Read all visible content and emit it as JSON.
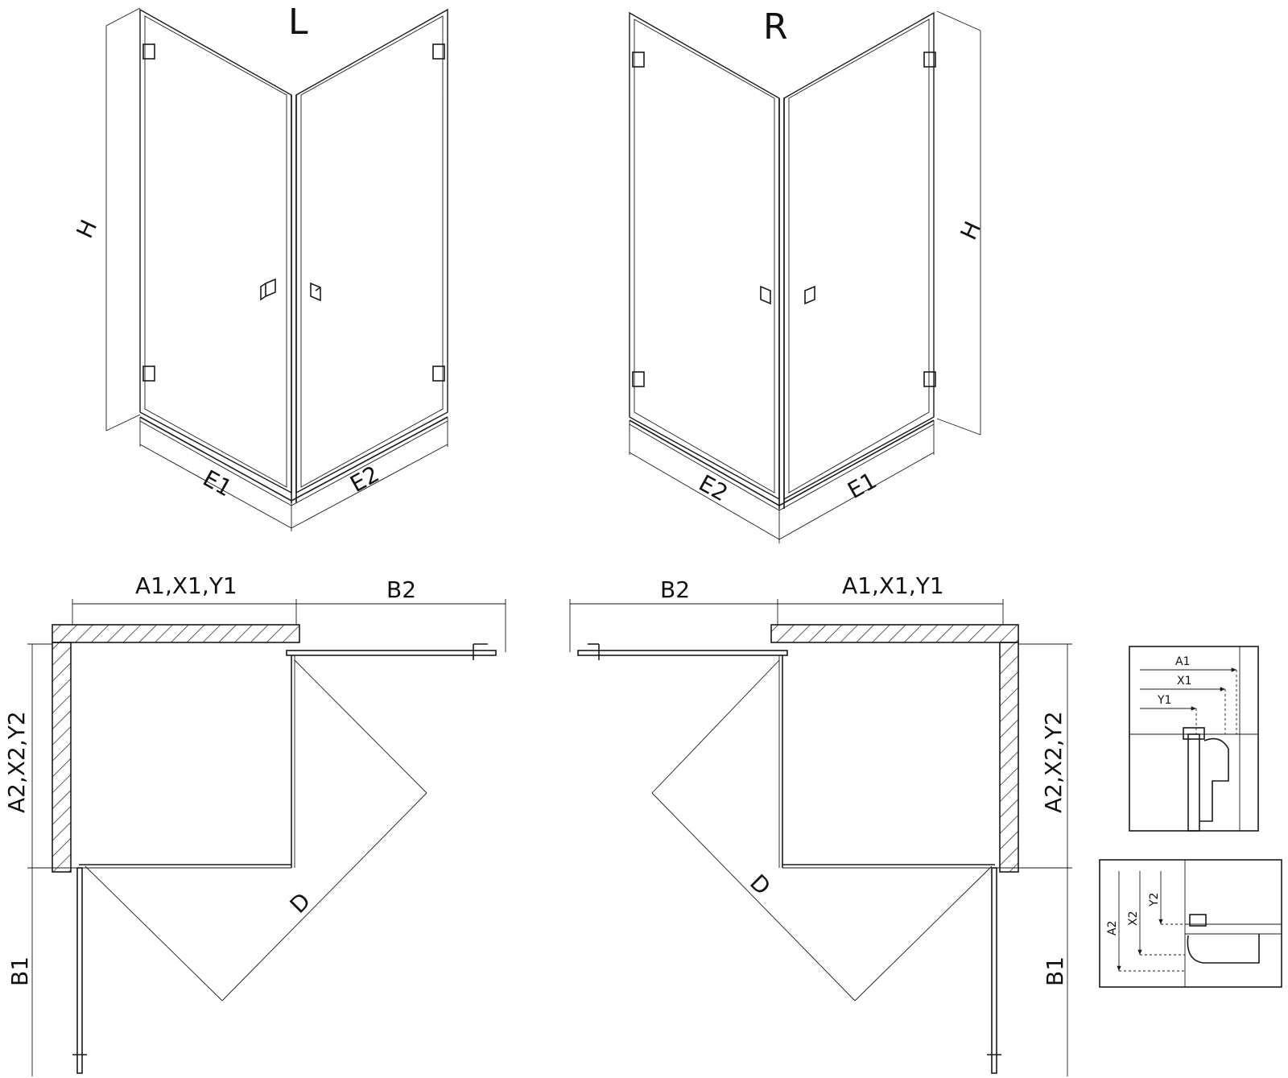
{
  "variants": {
    "left": {
      "title": "L",
      "height_label": "H",
      "width_left_label": "E1",
      "width_right_label": "E2"
    },
    "right": {
      "title": "R",
      "height_label": "H",
      "width_left_label": "E2",
      "width_right_label": "E1"
    }
  },
  "plan_left": {
    "top_label": "A1,X1,Y1",
    "top_right_label": "B2",
    "side_label": "A2,X2,Y2",
    "bottom_side_label": "B1",
    "diagonal_label": "D"
  },
  "plan_right": {
    "top_label": "A1,X1,Y1",
    "top_left_label": "B2",
    "side_label": "A2,X2,Y2",
    "bottom_side_label": "B1",
    "diagonal_label": "D"
  },
  "detail_top": {
    "labels": [
      "A1",
      "X1",
      "Y1"
    ]
  },
  "detail_bottom": {
    "labels": [
      "A2",
      "X2",
      "Y2"
    ]
  }
}
